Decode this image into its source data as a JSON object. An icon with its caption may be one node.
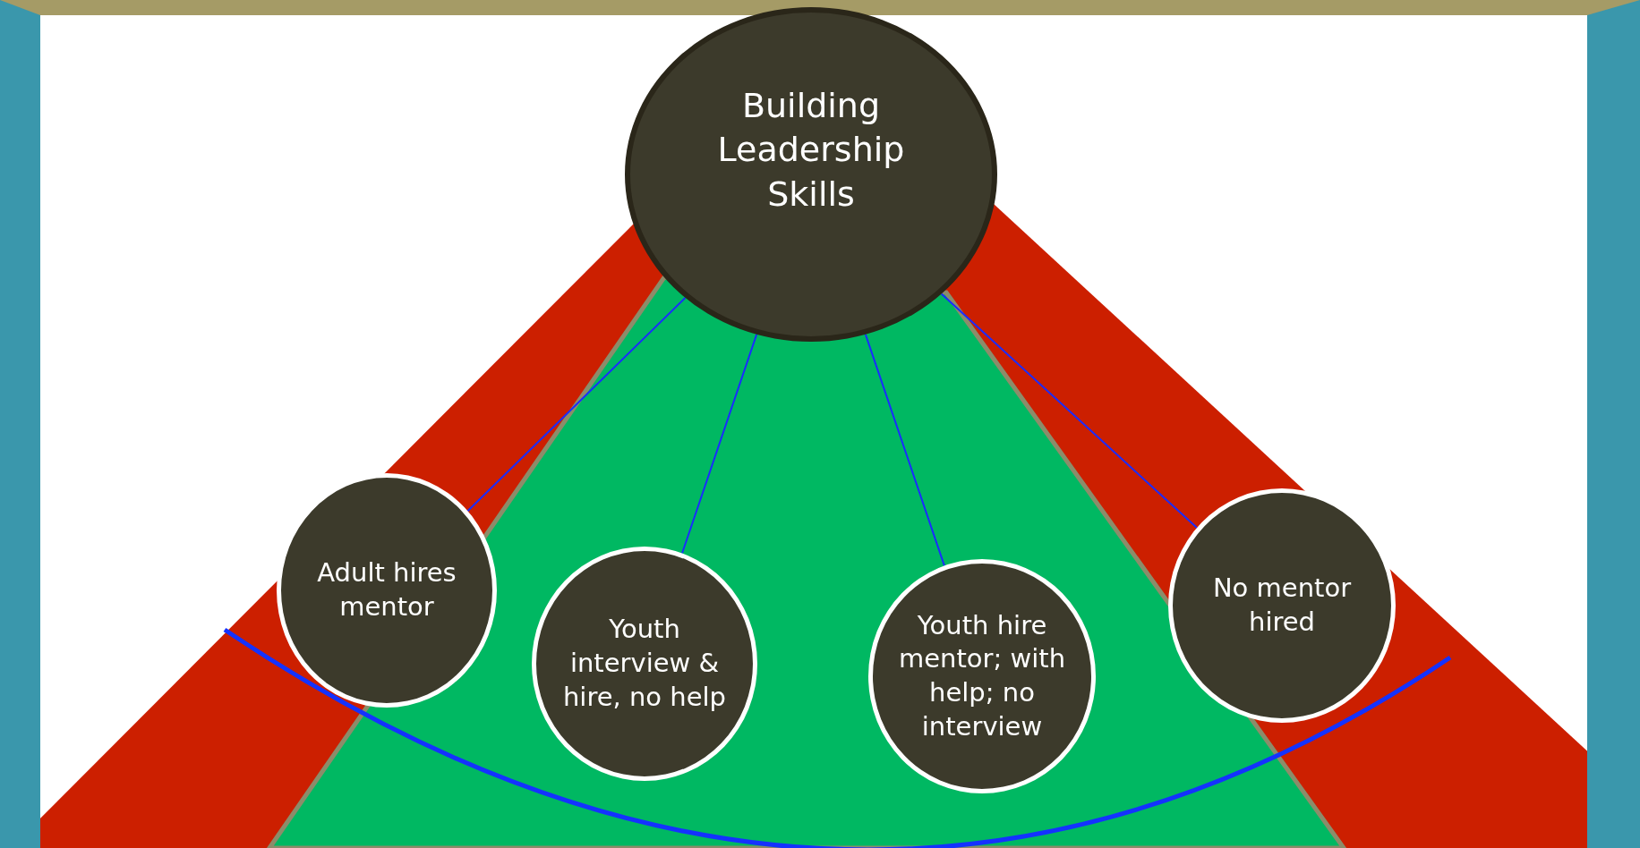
{
  "diagram": {
    "nodes": [
      {
        "text": [
          "Building Leadership Skills"
        ]
      },
      {
        "text": [
          "Adult hires mentor"
        ]
      },
      {
        "text": [
          "Youth interview & hire, no help"
        ]
      },
      {
        "text": [
          "Youth hire mentor; with help; no interview"
        ]
      },
      {
        "text": [
          "No mentor hired"
        ]
      }
    ],
    "edges": [
      {
        "from": 0,
        "to": 1,
        "arrow": "none"
      },
      {
        "from": 0,
        "to": 2,
        "arrow": "none"
      },
      {
        "from": 0,
        "to": 3,
        "arrow": "none"
      },
      {
        "from": 0,
        "to": 4,
        "arrow": "none"
      }
    ]
  }
}
